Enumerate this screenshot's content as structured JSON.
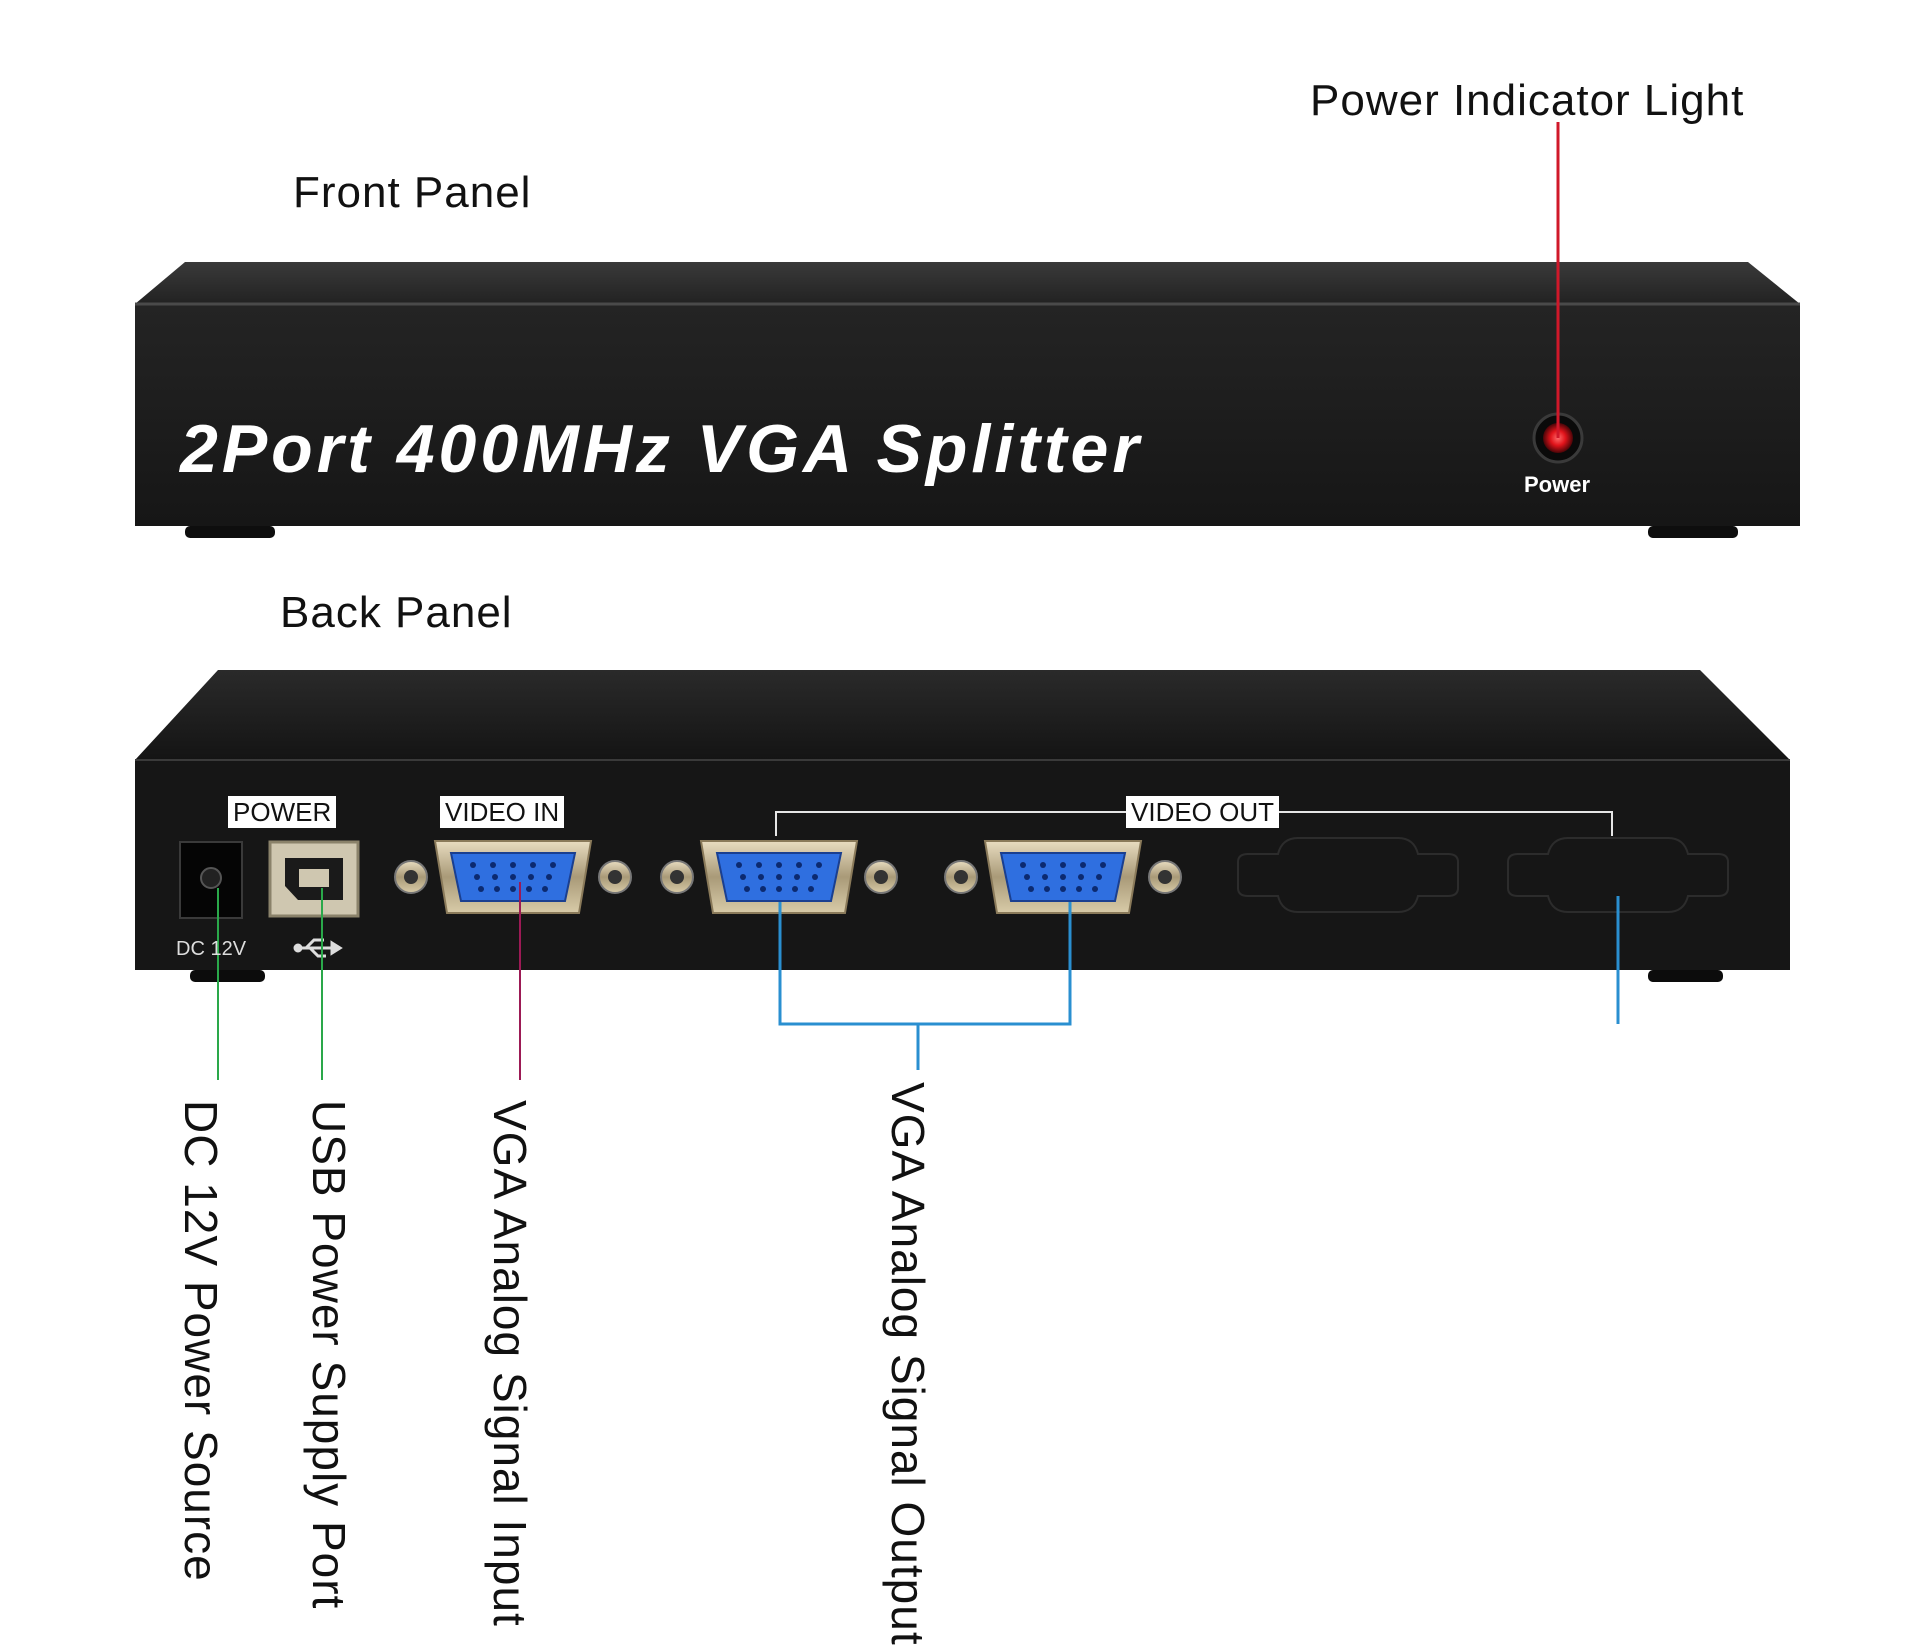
{
  "headings": {
    "front_panel": "Front Panel",
    "back_panel": "Back Panel",
    "power_indicator": "Power Indicator Light"
  },
  "front": {
    "product_name": "2Port 400MHz VGA Splitter",
    "power_label": "Power"
  },
  "back": {
    "power_label": "POWER",
    "video_in_label": "VIDEO IN",
    "video_out_label": "VIDEO OUT",
    "dc_label": "DC 12V",
    "usb_icon": "usb-icon"
  },
  "callouts": {
    "dc": "DC 12V Power Source",
    "usb": "USB Power Supply Port",
    "vga_in": "VGA Analog Signal Input",
    "vga_out": "VGA Analog Signal Output"
  },
  "colors": {
    "led": "#e0131a",
    "callout_red": "#d0182a",
    "callout_green": "#2aa84a",
    "callout_magenta": "#9c1a55",
    "callout_blue": "#2a8fd0",
    "vga_blue": "#2f6fe0",
    "chassis": "#1b1b1b"
  }
}
